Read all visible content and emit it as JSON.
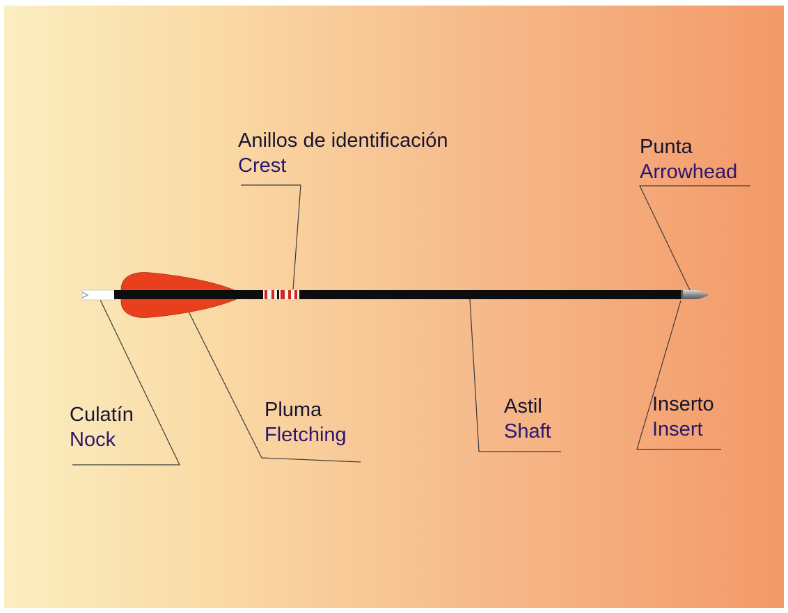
{
  "parts": {
    "crest": {
      "es": "Anillos de identificación",
      "en": "Crest"
    },
    "arrowhead": {
      "es": "Punta",
      "en": "Arrowhead"
    },
    "nock": {
      "es": "Culatín",
      "en": "Nock"
    },
    "fletching": {
      "es": "Pluma",
      "en": "Fletching"
    },
    "shaft": {
      "es": "Astil",
      "en": "Shaft"
    },
    "insert": {
      "es": "Inserto",
      "en": "Insert"
    }
  },
  "colors": {
    "background_left": "#fbeec0",
    "background_right": "#f49968",
    "spanish_text": "#16142e",
    "english_text": "#2a1670",
    "shaft": "#0d0d0d",
    "fletching": "#e8401c",
    "crest_red": "#d22a22",
    "nock": "#ffffff",
    "leader_line": "#3a3a3a",
    "arrowhead": "#8e8e8e"
  }
}
